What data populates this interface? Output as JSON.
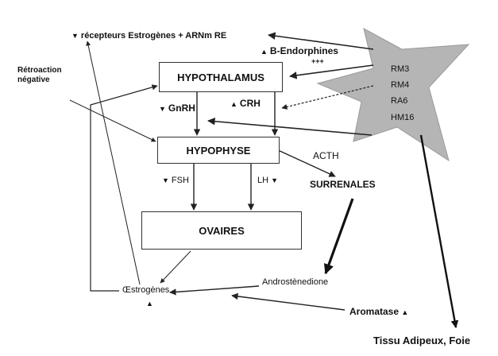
{
  "top_label": {
    "marker": "▼",
    "text": "récepteurs Estrogènes + ARNm RE"
  },
  "b_endorphines": {
    "marker": "▲",
    "text": "B-Endorphines",
    "plus": "+++"
  },
  "retroaction": {
    "line1": "Rétroaction",
    "line2": "négative"
  },
  "star_labels": [
    "RM3",
    "RM4",
    "RA6",
    "HM16"
  ],
  "boxes": {
    "hypothalamus": "HYPOTHALAMUS",
    "hypophyse": "HYPOPHYSE",
    "ovaires": "OVAIRES"
  },
  "gnrh": {
    "marker": "▼",
    "text": "GnRH"
  },
  "crh": {
    "marker": "▲",
    "text": "CRH"
  },
  "acth": "ACTH",
  "surrenales": "SURRENALES",
  "fsh": {
    "marker": "▼",
    "text": "FSH"
  },
  "lh": {
    "text": "LH",
    "marker": "▼"
  },
  "androstenedione": "Androstènedione",
  "estrogenes": "Œstrogènes",
  "estrogenes_marker": "▲",
  "aromatase": {
    "text": "Aromatase",
    "marker": "▲"
  },
  "tissu": "Tissu Adipeux, Foie",
  "colors": {
    "star": "#b5b5b5",
    "line": "#222222"
  }
}
